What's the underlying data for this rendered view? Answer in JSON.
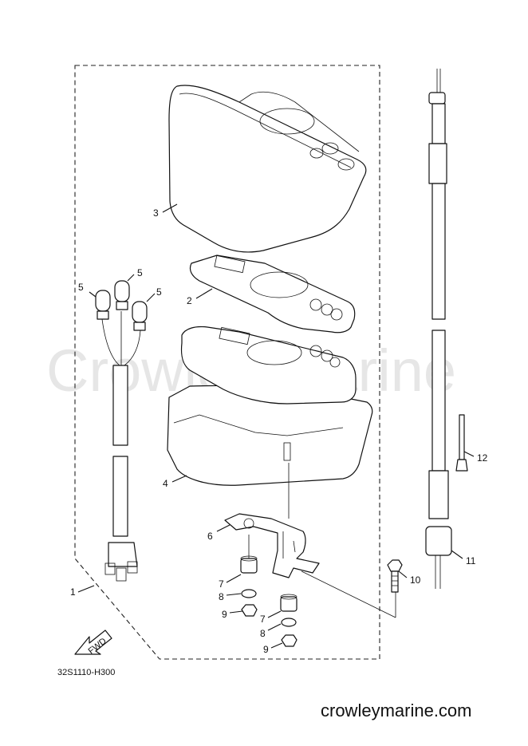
{
  "watermark": "Crowley Marine",
  "footer_url": "crowleymarine.com",
  "diagram_code": "32S1110-H300",
  "fwd_label": "FWD",
  "callouts": {
    "c1": "1",
    "c2": "2",
    "c3": "3",
    "c4": "4",
    "c5a": "5",
    "c5b": "5",
    "c5c": "5",
    "c6": "6",
    "c7a": "7",
    "c7b": "7",
    "c8a": "8",
    "c8b": "8",
    "c9a": "9",
    "c9b": "9",
    "c10": "10",
    "c11": "11",
    "c12": "12"
  }
}
